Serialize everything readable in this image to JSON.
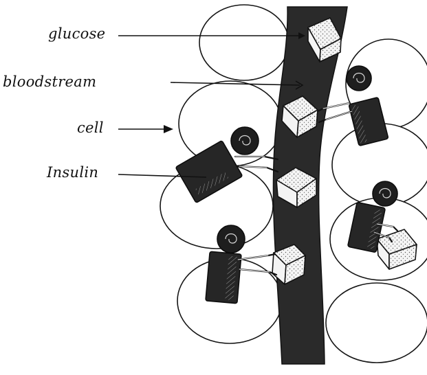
{
  "labels": {
    "glucose": "glucose",
    "bloodstream": "bloodstream",
    "cell": "cell",
    "insulin": "Insulin"
  }
}
